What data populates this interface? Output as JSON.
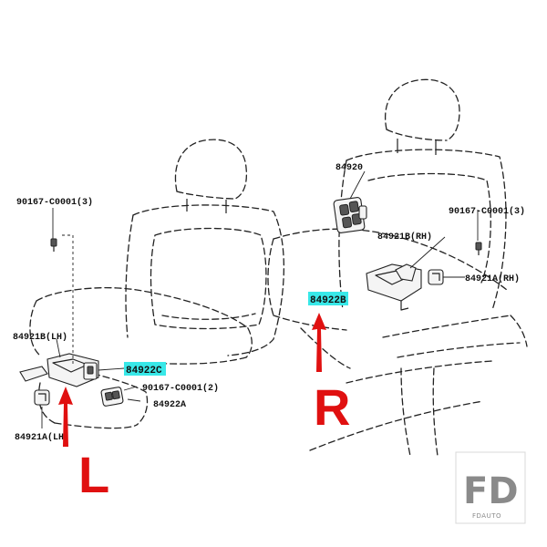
{
  "labels": {
    "p90167_top_left": "90167-C0001(3)",
    "p84920": "84920",
    "p90167_top_right": "90167-C0001(3)",
    "p84921b_rh": "84921B(RH)",
    "p84921a_rh": "84921A(RH)",
    "p84922b": "84922B",
    "p84921b_lh": "84921B(LH)",
    "p84922c": "84922C",
    "p90167_mid": "90167-C0001(2)",
    "p84922a": "84922A",
    "p84921a_lh": "84921A(LH)"
  },
  "sides": {
    "right": "R",
    "left": "L"
  },
  "colors": {
    "highlight": "#38e8e8",
    "arrow": "#e01010",
    "side_letter": "#e01010",
    "line": "#222222",
    "logo": "#8a8a8a"
  },
  "logo": {
    "mark": "FD",
    "caption": "FDAUTO"
  }
}
